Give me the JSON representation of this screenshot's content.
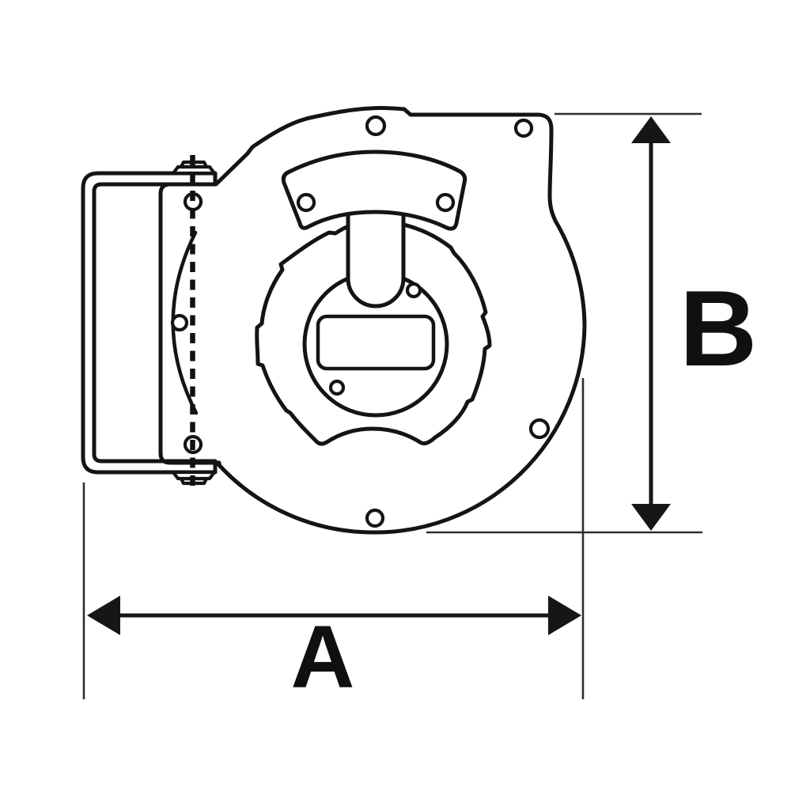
{
  "page": {
    "background": "#ffffff",
    "line_color": "#141414",
    "dimension_color": "#161616"
  },
  "drawing": {
    "type": "technical-dimension-drawing",
    "subject": "cable-reel-side-view-with-wall-bracket",
    "labels": {
      "width_dim": "A",
      "height_dim": "B"
    }
  }
}
